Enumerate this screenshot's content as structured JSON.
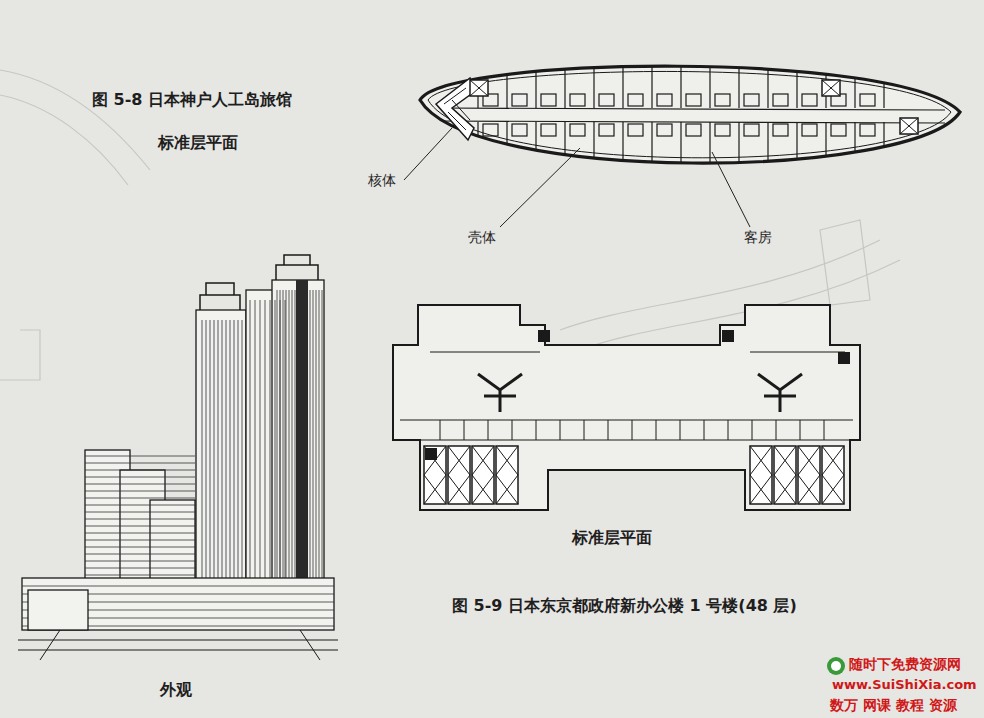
{
  "diagram": {
    "caption": "图 5-9 日本东京都政府新办公楼 1 号楼(48 层)",
    "labels": [
      "图 5-8 日本神户人工岛旅馆",
      "标准层平面",
      "核体",
      "壳体",
      "客房",
      "外观",
      "标准层平面",
      "随时下免费资源网",
      "www.SuiShiXia.com",
      "数万 网课 教程 资源"
    ]
  }
}
